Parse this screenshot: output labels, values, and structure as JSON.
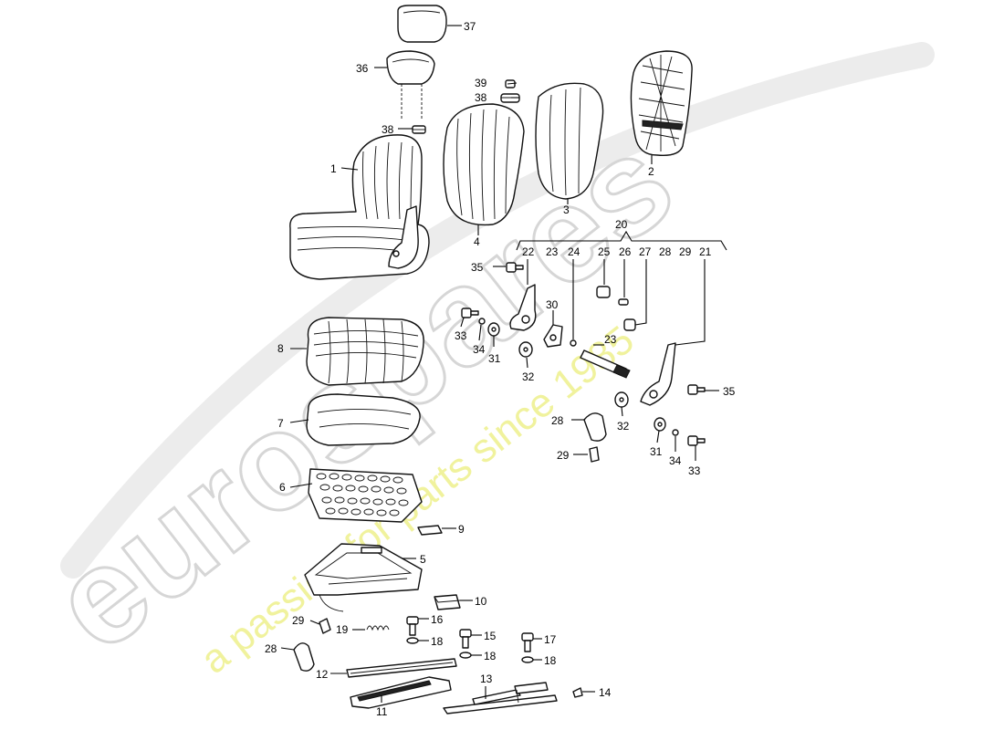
{
  "watermark": {
    "brand": "eurospares",
    "tagline": "a passion for parts since 1985",
    "brand_color": "#d9d9d9",
    "tagline_color": "#eef08c"
  },
  "callouts": {
    "c1": "1",
    "c2": "2",
    "c3": "3",
    "c4": "4",
    "c5": "5",
    "c6": "6",
    "c7": "7",
    "c8": "8",
    "c9": "9",
    "c10": "10",
    "c11": "11",
    "c12": "12",
    "c13": "13",
    "c14": "14",
    "c15": "15",
    "c16": "16",
    "c17": "17",
    "c18a": "18",
    "c18b": "18",
    "c18c": "18",
    "c19": "19",
    "c20": "20",
    "c21": "21",
    "c22": "22",
    "c23a": "23",
    "c23b": "23",
    "c24": "24",
    "c25": "25",
    "c26": "26",
    "c27": "27",
    "c28a": "28",
    "c28b": "28",
    "c29a": "29",
    "c29b": "29",
    "c29c": "29",
    "c30": "30",
    "c31a": "31",
    "c31b": "31",
    "c32a": "32",
    "c32b": "32",
    "c33a": "33",
    "c33b": "33",
    "c34a": "34",
    "c34b": "34",
    "c35a": "35",
    "c35b": "35",
    "c36": "36",
    "c37": "37",
    "c38a": "38",
    "c38b": "38",
    "c39": "39"
  }
}
